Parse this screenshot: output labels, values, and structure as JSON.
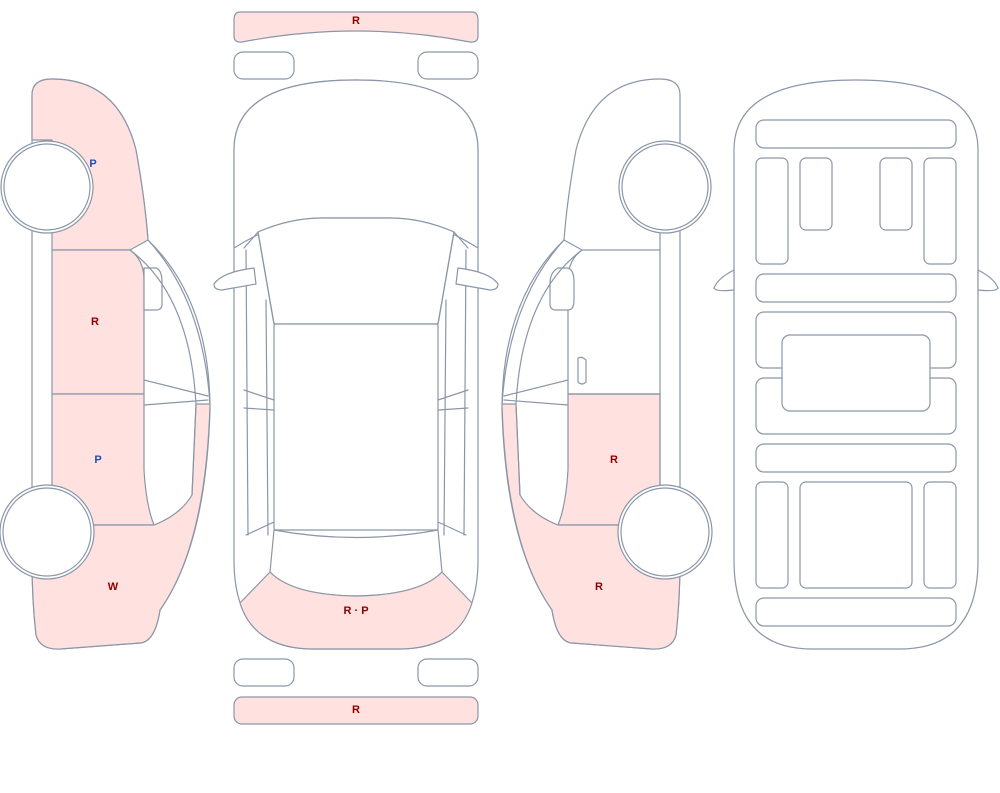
{
  "colors": {
    "outline": "#8a96a8",
    "damaged_fill": "#ffe1df",
    "plain_fill": "#ffffff",
    "code_red": "#8b0000",
    "code_blue": "#1f4fa8"
  },
  "markers": {
    "front_bumper": "R",
    "left_front_fender": "P",
    "left_front_door": "R",
    "left_rear_door": "P",
    "left_quarter": "W",
    "trunk_lid": "R · P",
    "rear_bumper": "R",
    "right_rear_door": "R",
    "right_quarter": "R"
  }
}
